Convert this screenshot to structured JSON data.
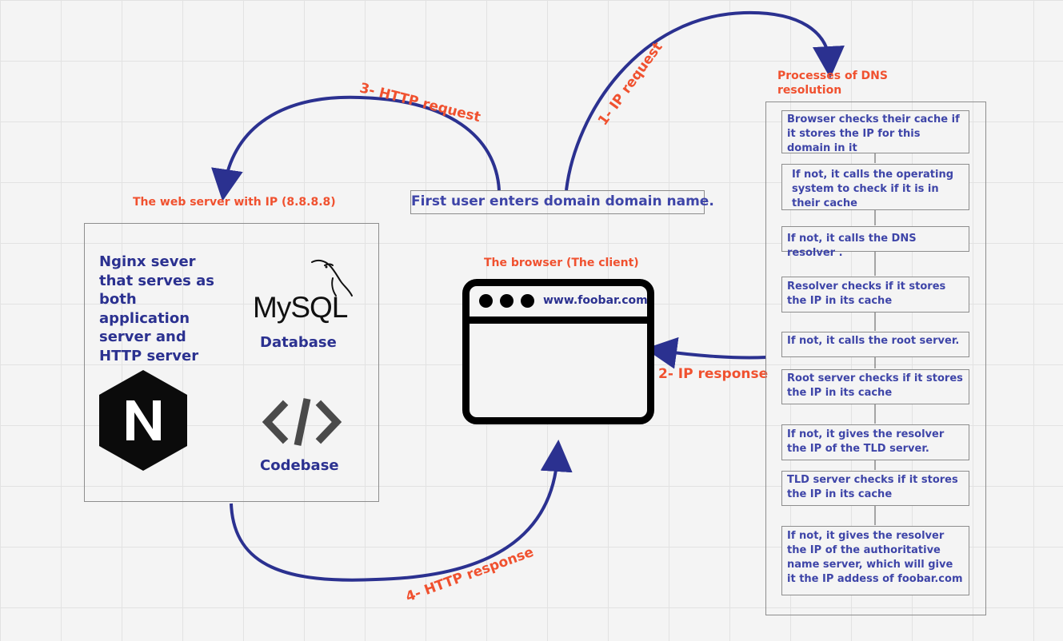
{
  "labels": {
    "dns_title": "Processes of DNS resolution",
    "web_server_title": "The web server with IP (8.8.8.8)",
    "browser_title": "The browser (The client)",
    "user_enters": "First user enters domain domain name.",
    "nginx_text": "Nginx sever that serves as both application server and HTTP server",
    "database_label": "Database",
    "codebase_label": "Codebase",
    "mysql_logo": "MySQL",
    "browser_url": "www.foobar.com"
  },
  "arrows": {
    "ip_request": "1- IP request",
    "ip_response": "2- IP response",
    "http_request": "3- HTTP request",
    "http_response": "4- HTTP response"
  },
  "dns_steps": [
    "Browser checks their cache if it stores the IP for this domain in it",
    "If not, it calls the operating system to check if it is in their cache",
    "If not, it calls the DNS resolver .",
    "Resolver checks if it stores the IP in its cache",
    "If not, it calls the root server.",
    "Root server checks if it stores the IP in its cache",
    "If not, it gives the resolver the IP of the TLD server.",
    "TLD server checks if it stores the IP in its cache",
    "If not, it gives the resolver the IP of the authoritative name server, which will give it the IP addess of foobar.com"
  ],
  "colors": {
    "label_red": "#f0512f",
    "arrow_navy": "#2b3190",
    "step_text": "#3e45a8"
  },
  "icons": [
    "nginx-logo-icon",
    "mysql-dolphin-icon",
    "code-brackets-icon",
    "browser-window-icon"
  ]
}
